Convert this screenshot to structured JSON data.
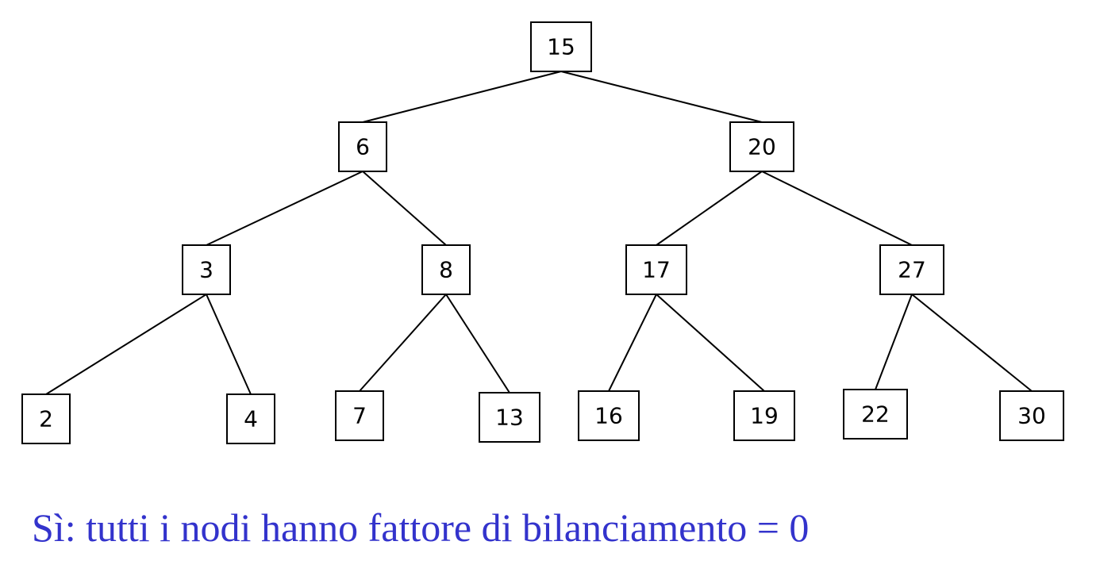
{
  "tree": {
    "nodes": [
      {
        "id": "15",
        "label": "15"
      },
      {
        "id": "6",
        "label": "6"
      },
      {
        "id": "20",
        "label": "20"
      },
      {
        "id": "3",
        "label": "3"
      },
      {
        "id": "8",
        "label": "8"
      },
      {
        "id": "17",
        "label": "17"
      },
      {
        "id": "27",
        "label": "27"
      },
      {
        "id": "2",
        "label": "2"
      },
      {
        "id": "4",
        "label": "4"
      },
      {
        "id": "7",
        "label": "7"
      },
      {
        "id": "13",
        "label": "13"
      },
      {
        "id": "16",
        "label": "16"
      },
      {
        "id": "19",
        "label": "19"
      },
      {
        "id": "22",
        "label": "22"
      },
      {
        "id": "30",
        "label": "30"
      }
    ],
    "edges": [
      [
        "15",
        "6"
      ],
      [
        "15",
        "20"
      ],
      [
        "6",
        "3"
      ],
      [
        "6",
        "8"
      ],
      [
        "20",
        "17"
      ],
      [
        "20",
        "27"
      ],
      [
        "3",
        "2"
      ],
      [
        "3",
        "4"
      ],
      [
        "8",
        "7"
      ],
      [
        "8",
        "13"
      ],
      [
        "17",
        "16"
      ],
      [
        "17",
        "19"
      ],
      [
        "27",
        "22"
      ],
      [
        "27",
        "30"
      ]
    ]
  },
  "caption": "Sì: tutti i nodi hanno fattore di bilanciamento = 0",
  "colors": {
    "caption": "#3333cc",
    "stroke": "#000000"
  }
}
